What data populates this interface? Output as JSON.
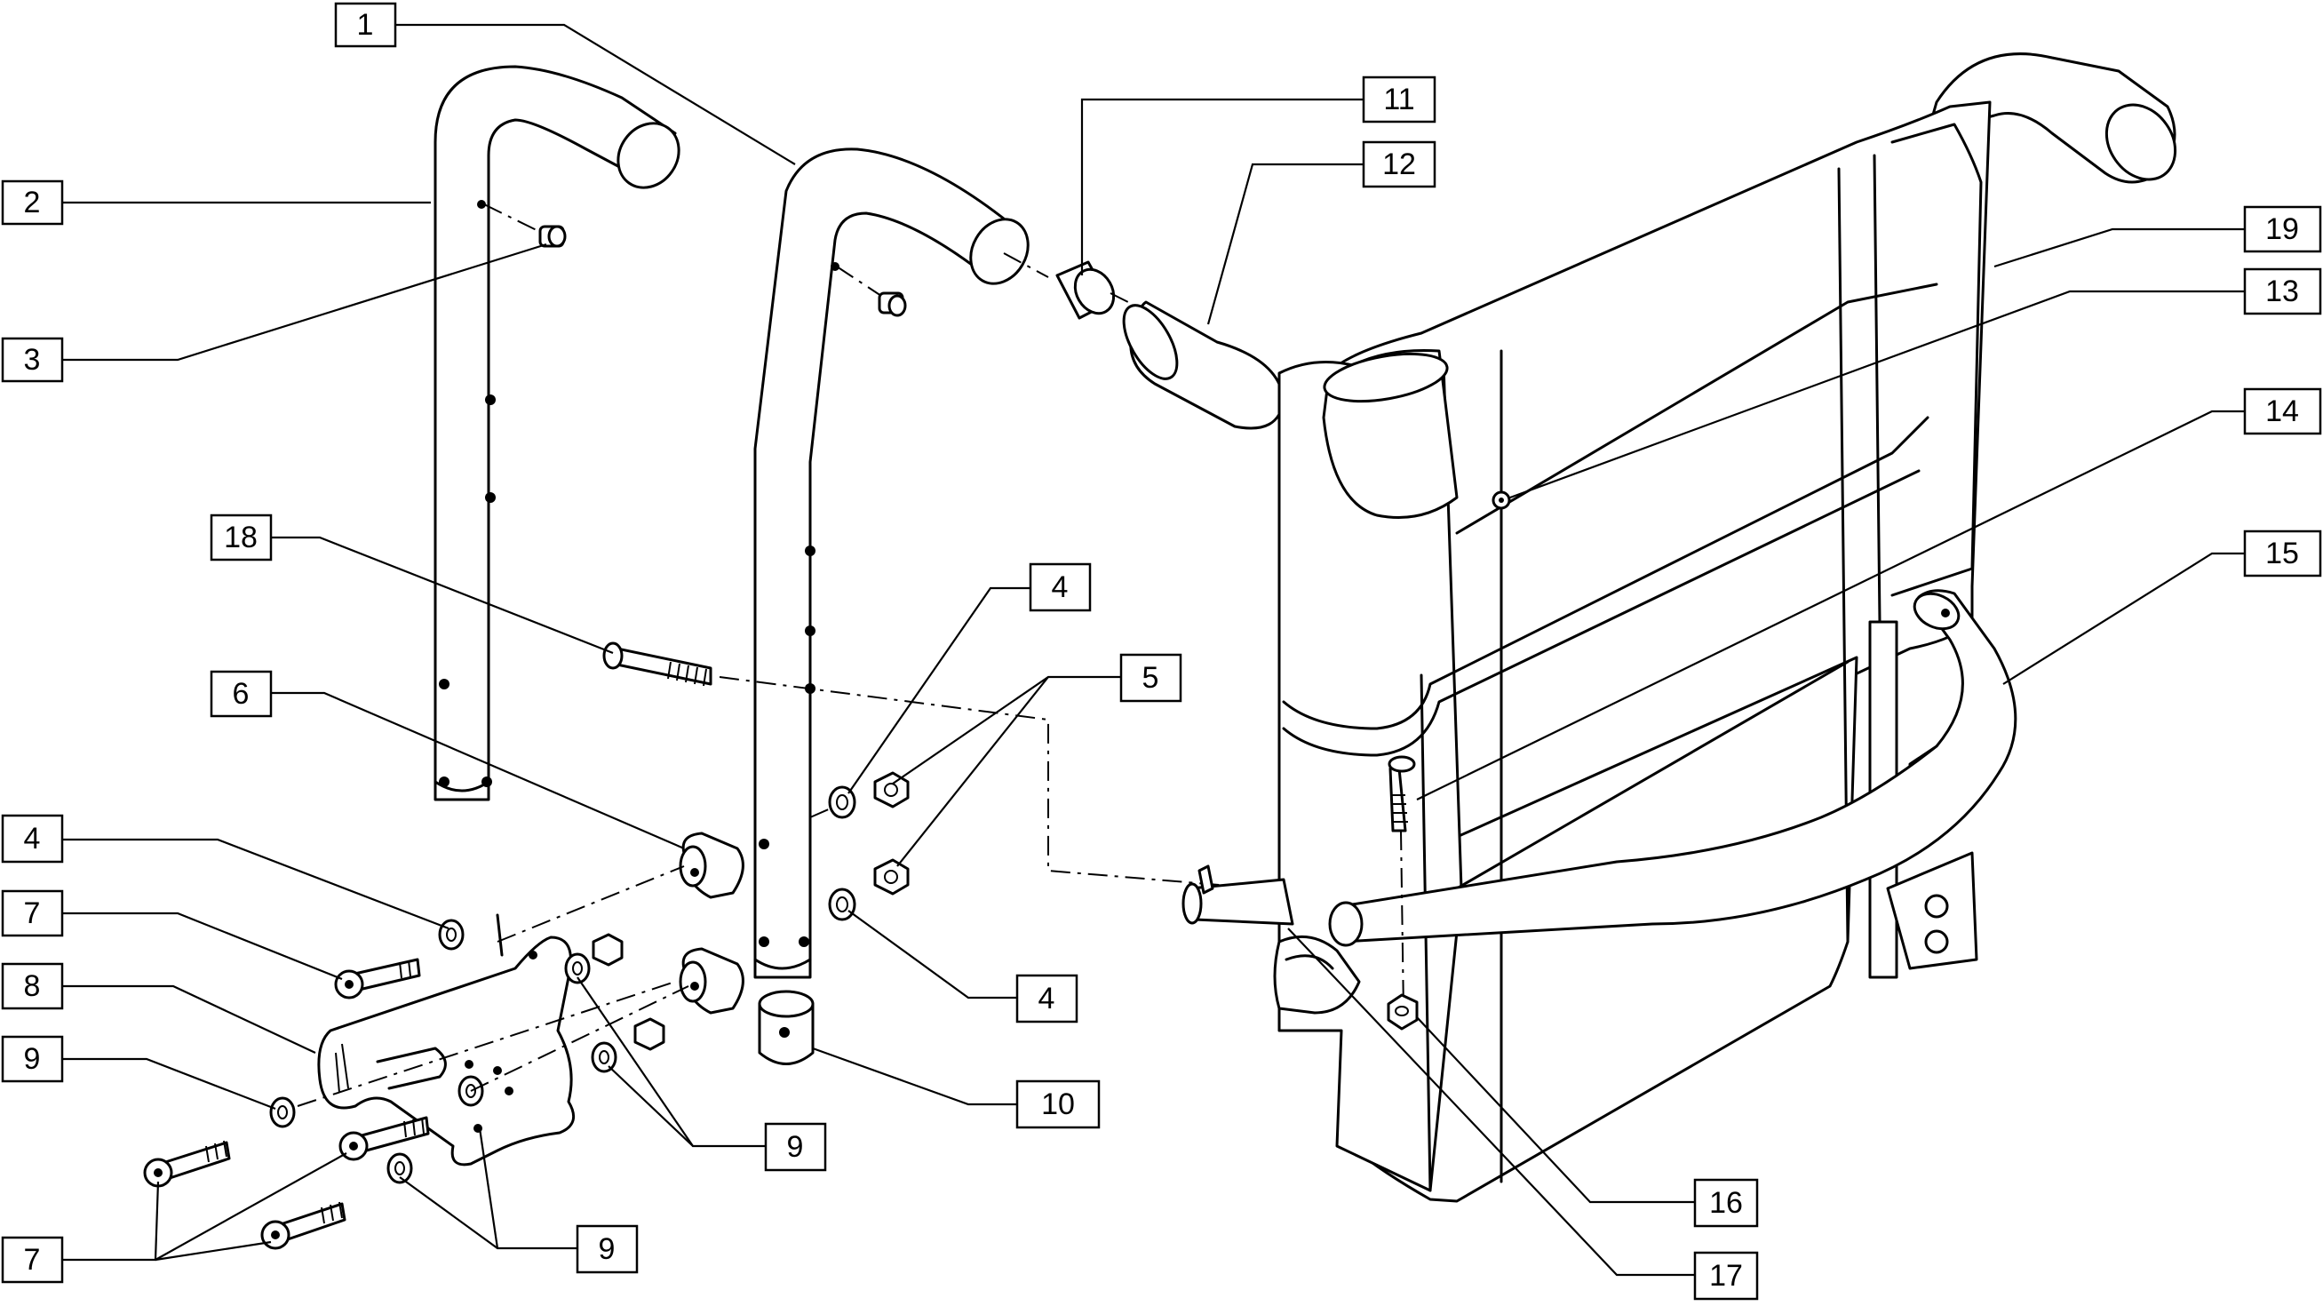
{
  "callouts": [
    {
      "id": "c1",
      "label": "1"
    },
    {
      "id": "c2",
      "label": "2"
    },
    {
      "id": "c3",
      "label": "3"
    },
    {
      "id": "c4a",
      "label": "4"
    },
    {
      "id": "c4b",
      "label": "4"
    },
    {
      "id": "c4c",
      "label": "4"
    },
    {
      "id": "c5",
      "label": "5"
    },
    {
      "id": "c6",
      "label": "6"
    },
    {
      "id": "c7a",
      "label": "7"
    },
    {
      "id": "c7b",
      "label": "7"
    },
    {
      "id": "c8",
      "label": "8"
    },
    {
      "id": "c9a",
      "label": "9"
    },
    {
      "id": "c9b",
      "label": "9"
    },
    {
      "id": "c9c",
      "label": "9"
    },
    {
      "id": "c10",
      "label": "10"
    },
    {
      "id": "c11",
      "label": "11"
    },
    {
      "id": "c12",
      "label": "12"
    },
    {
      "id": "c13",
      "label": "13"
    },
    {
      "id": "c14",
      "label": "14"
    },
    {
      "id": "c15",
      "label": "15"
    },
    {
      "id": "c16",
      "label": "16"
    },
    {
      "id": "c17",
      "label": "17"
    },
    {
      "id": "c18",
      "label": "18"
    },
    {
      "id": "c19",
      "label": "19"
    }
  ]
}
